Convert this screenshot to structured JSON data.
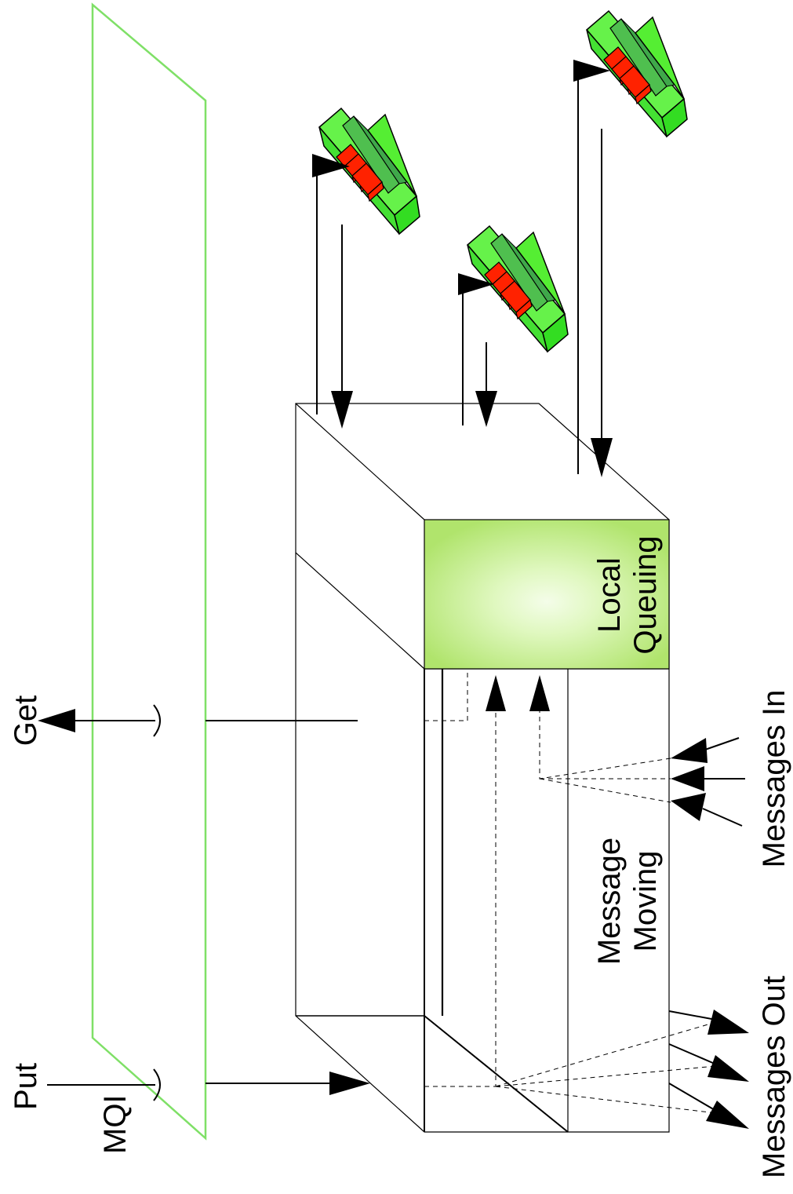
{
  "labels": {
    "mqi": "MQI",
    "put": "Put",
    "get": "Get",
    "local_queuing_line1": "Local",
    "local_queuing_line2": "Queuing",
    "message_moving_line1": "Message",
    "message_moving_line2": "Moving",
    "messages_in": "Messages In",
    "messages_out": "Messages Out"
  },
  "colors": {
    "mqi_plane": "#7fe067",
    "queue_body": "#33ee22",
    "queue_dark": "#22aa11",
    "queue_slot": "#55bb66",
    "queue_message": "#ff2200",
    "local_queuing_fill": "#b5e870",
    "local_queuing_center": "#ecfcd6"
  },
  "icons": [
    "arrow-icon",
    "queue-icon",
    "connector-icon"
  ]
}
